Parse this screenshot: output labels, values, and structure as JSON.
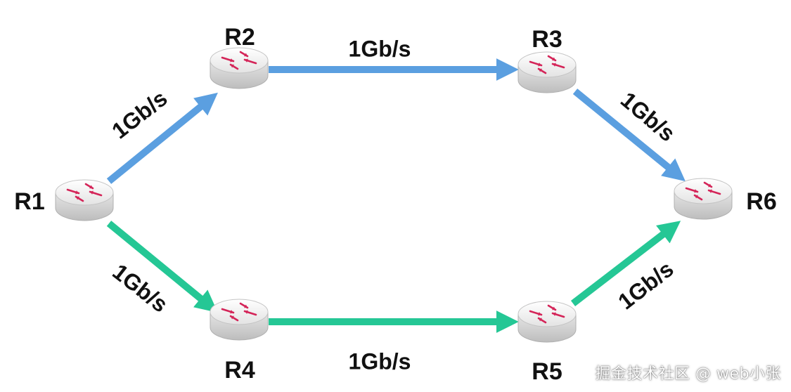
{
  "colors": {
    "upper_path": "#5b9fe0",
    "lower_path": "#25c795",
    "router_arrow": "#d42458"
  },
  "icons": {
    "router": "router-icon"
  },
  "routers": [
    {
      "id": "R1",
      "label": "R1"
    },
    {
      "id": "R2",
      "label": "R2"
    },
    {
      "id": "R3",
      "label": "R3"
    },
    {
      "id": "R4",
      "label": "R4"
    },
    {
      "id": "R5",
      "label": "R5"
    },
    {
      "id": "R6",
      "label": "R6"
    }
  ],
  "links": [
    {
      "id": "r1-r2",
      "from": "R1",
      "to": "R2",
      "label": "1Gb/s",
      "path": "upper"
    },
    {
      "id": "r2-r3",
      "from": "R2",
      "to": "R3",
      "label": "1Gb/s",
      "path": "upper"
    },
    {
      "id": "r3-r6",
      "from": "R3",
      "to": "R6",
      "label": "1Gb/s",
      "path": "upper"
    },
    {
      "id": "r1-r4",
      "from": "R1",
      "to": "R4",
      "label": "1Gb/s",
      "path": "lower"
    },
    {
      "id": "r4-r5",
      "from": "R4",
      "to": "R5",
      "label": "1Gb/s",
      "path": "lower"
    },
    {
      "id": "r5-r6",
      "from": "R5",
      "to": "R6",
      "label": "1Gb/s",
      "path": "lower"
    }
  ],
  "watermark": "掘金技术社区 @ web小张"
}
